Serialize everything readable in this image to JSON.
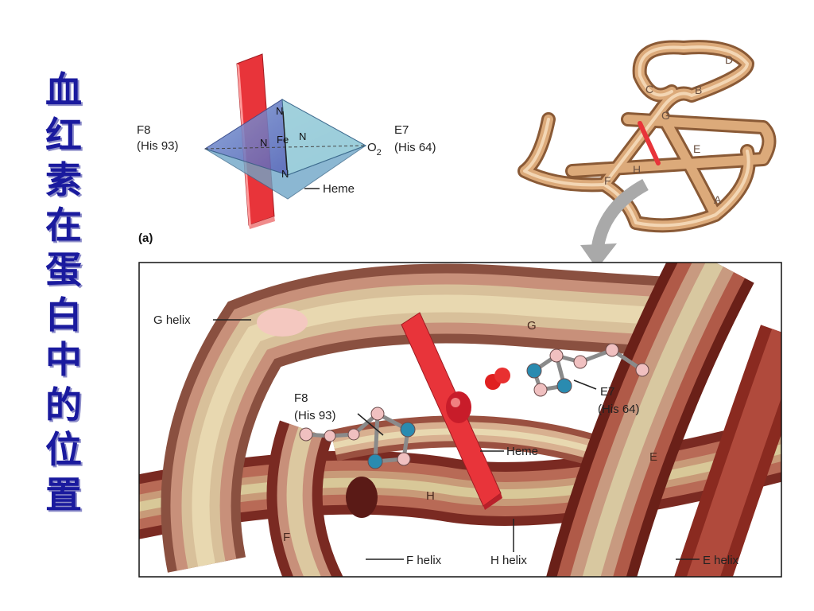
{
  "title_chars": [
    "血",
    "红",
    "素",
    "在",
    "蛋",
    "白",
    "中",
    "的",
    "位",
    "置"
  ],
  "panel_a": {
    "label": "(a)",
    "f8": "F8",
    "his93": "(His 93)",
    "e7": "E7",
    "his64": "(His 64)",
    "o2": "O",
    "o2_sub": "2",
    "n": "N",
    "fe": "Fe",
    "heme": "Heme"
  },
  "ribbon": {
    "letters": [
      "D",
      "C",
      "B",
      "G",
      "E",
      "F",
      "H",
      "A"
    ]
  },
  "zoom": {
    "g_helix": "G helix",
    "g": "G",
    "f8": "F8",
    "his93": "(His 93)",
    "e7": "E7",
    "his64": "(His 64)",
    "heme": "Heme",
    "e": "E",
    "h": "H",
    "f": "F",
    "f_helix": "F helix",
    "h_helix": "H helix",
    "e_helix": "E helix"
  },
  "colors": {
    "title": "#1a1a9e",
    "heme_red": "#e8343a",
    "ribbon": "#d9a070",
    "nitrogen": "#2a8bb0",
    "carbon": "#f0c0c0"
  }
}
